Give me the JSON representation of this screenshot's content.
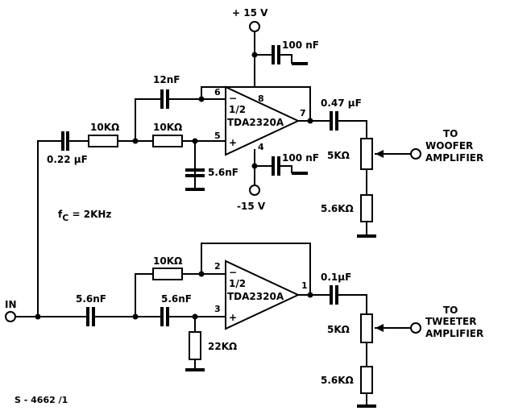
{
  "supply": {
    "pos": "+ 15 V",
    "neg": "-15 V"
  },
  "upper": {
    "opamp_half": "1/2",
    "opamp_name": "TDA2320A",
    "pins": {
      "inv": "6",
      "noninv": "5",
      "out": "7",
      "vplus": "8",
      "vminus": "4"
    },
    "c_feedback": "12nF",
    "r1": "10KΩ",
    "r2": "10KΩ",
    "c_input": "0.22 μF",
    "c_ground": "5.6nF",
    "c_decouple_top": "100 nF",
    "c_decouple_bot": "100 nF",
    "c_out": "0.47 μF",
    "pot": "5KΩ",
    "r_out": "5.6KΩ",
    "dest_line1": "TO",
    "dest_line2": "WOOFER",
    "dest_line3": "AMPLIFIER"
  },
  "lower": {
    "opamp_half": "1/2",
    "opamp_name": "TDA2320A",
    "pins": {
      "inv": "2",
      "noninv": "3",
      "out": "1"
    },
    "r_feedback": "10KΩ",
    "c1": "5.6nF",
    "c2": "5.6nF",
    "r_ground": "22KΩ",
    "c_out": "0.1μF",
    "pot": "5KΩ",
    "r_out": "5.6KΩ",
    "dest_line1": "TO",
    "dest_line2": "TWEETER",
    "dest_line3": "AMPLIFIER"
  },
  "input_label": "IN",
  "fc_label": "f",
  "fc_sub": "C",
  "fc_value": " = 2KHz",
  "ref_code": "S - 4662 /1"
}
